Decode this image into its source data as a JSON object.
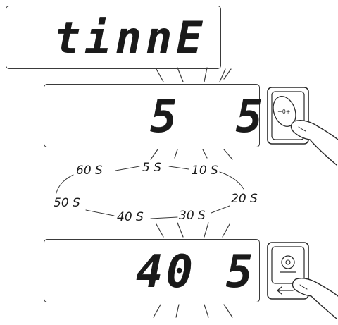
{
  "display_top": {
    "text": "tinnE"
  },
  "display_middle": {
    "text": "5  5"
  },
  "display_bottom": {
    "text": "40 5"
  },
  "options": [
    {
      "id": "opt-5s",
      "label": "5 S"
    },
    {
      "id": "opt-10s",
      "label": "10 S"
    },
    {
      "id": "opt-20s",
      "label": "20 S"
    },
    {
      "id": "opt-30s",
      "label": "30 S"
    },
    {
      "id": "opt-40s",
      "label": "40 S"
    },
    {
      "id": "opt-50s",
      "label": "50 S"
    },
    {
      "id": "opt-60s",
      "label": "60 S"
    }
  ],
  "buttons": {
    "zero": {
      "icon": "zero-button-icon",
      "label": "+0+"
    },
    "print": {
      "icon": "print-enter-button-icon"
    }
  }
}
